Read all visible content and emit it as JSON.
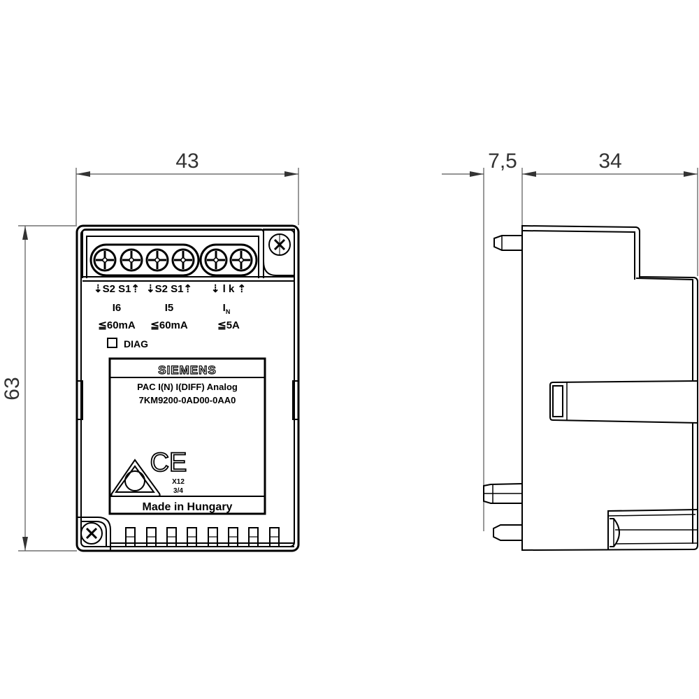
{
  "dimensions": {
    "front_width": "43",
    "front_height": "63",
    "side_pin_depth": "7,5",
    "side_body_depth": "34"
  },
  "terminals": {
    "group1": {
      "polarity": "⇣S2 S1⇡",
      "channel": "I6",
      "rating": "≦60mA"
    },
    "group2": {
      "polarity": "⇣S2 S1⇡",
      "channel": "I5",
      "rating": "≦60mA"
    },
    "group3": {
      "polarity": "⇣ l k ⇡",
      "channel": "I",
      "channel_sub": "N",
      "rating": "≦5A"
    }
  },
  "diag_label": "DIAG",
  "label_plate": {
    "brand": "SIEMENS",
    "product": "PAC  I(N)  I(DIFF)  Analog",
    "order_number": "7KM9200-0AD00-0AA0",
    "ce_mark": "CE",
    "terminal_ref_top": "X12",
    "terminal_ref_bottom": "3/4",
    "origin": "Made in Hungary"
  },
  "colors": {
    "line": "#000000",
    "dimension_line": "#555555",
    "dimension_text": "#333333",
    "background": "#ffffff"
  }
}
